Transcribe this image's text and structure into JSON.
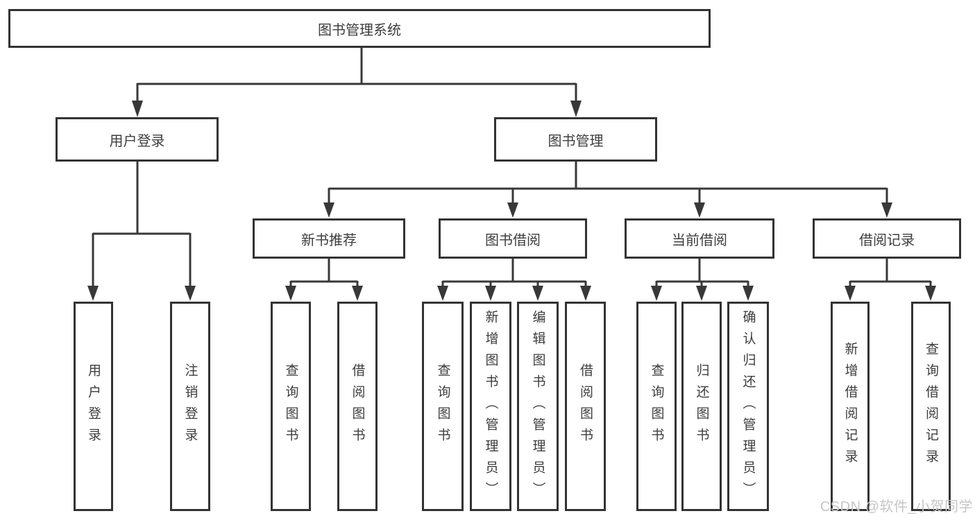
{
  "diagram": {
    "title": "图书管理系统",
    "root": {
      "label": "图书管理系统"
    },
    "level1": [
      {
        "label": "用户登录"
      },
      {
        "label": "图书管理"
      }
    ],
    "level2": [
      {
        "label": "新书推荐"
      },
      {
        "label": "图书借阅"
      },
      {
        "label": "当前借阅"
      },
      {
        "label": "借阅记录"
      }
    ],
    "leaves": {
      "user_login": [
        {
          "label": "用户登录"
        },
        {
          "label": "注销登录"
        }
      ],
      "new_book_recommendation": [
        {
          "label": "查询图书"
        },
        {
          "label": "借阅图书"
        }
      ],
      "book_borrowing": [
        {
          "label": "查询图书"
        },
        {
          "label": "新增图书（管理员）"
        },
        {
          "label": "编辑图书（管理员）"
        },
        {
          "label": "借阅图书"
        }
      ],
      "current_borrowing": [
        {
          "label": "查询图书"
        },
        {
          "label": "归还图书"
        },
        {
          "label": "确认归还（管理员）"
        }
      ],
      "borrowing_records": [
        {
          "label": "新增借阅记录"
        },
        {
          "label": "查询借阅记录"
        }
      ]
    },
    "watermark": "CSDN @软件_小贺同学",
    "colors": {
      "line": "#383838",
      "box_border": "#333333",
      "text": "#3d3d3d",
      "background": "#ffffff",
      "watermark": "#c6c6c6"
    }
  }
}
